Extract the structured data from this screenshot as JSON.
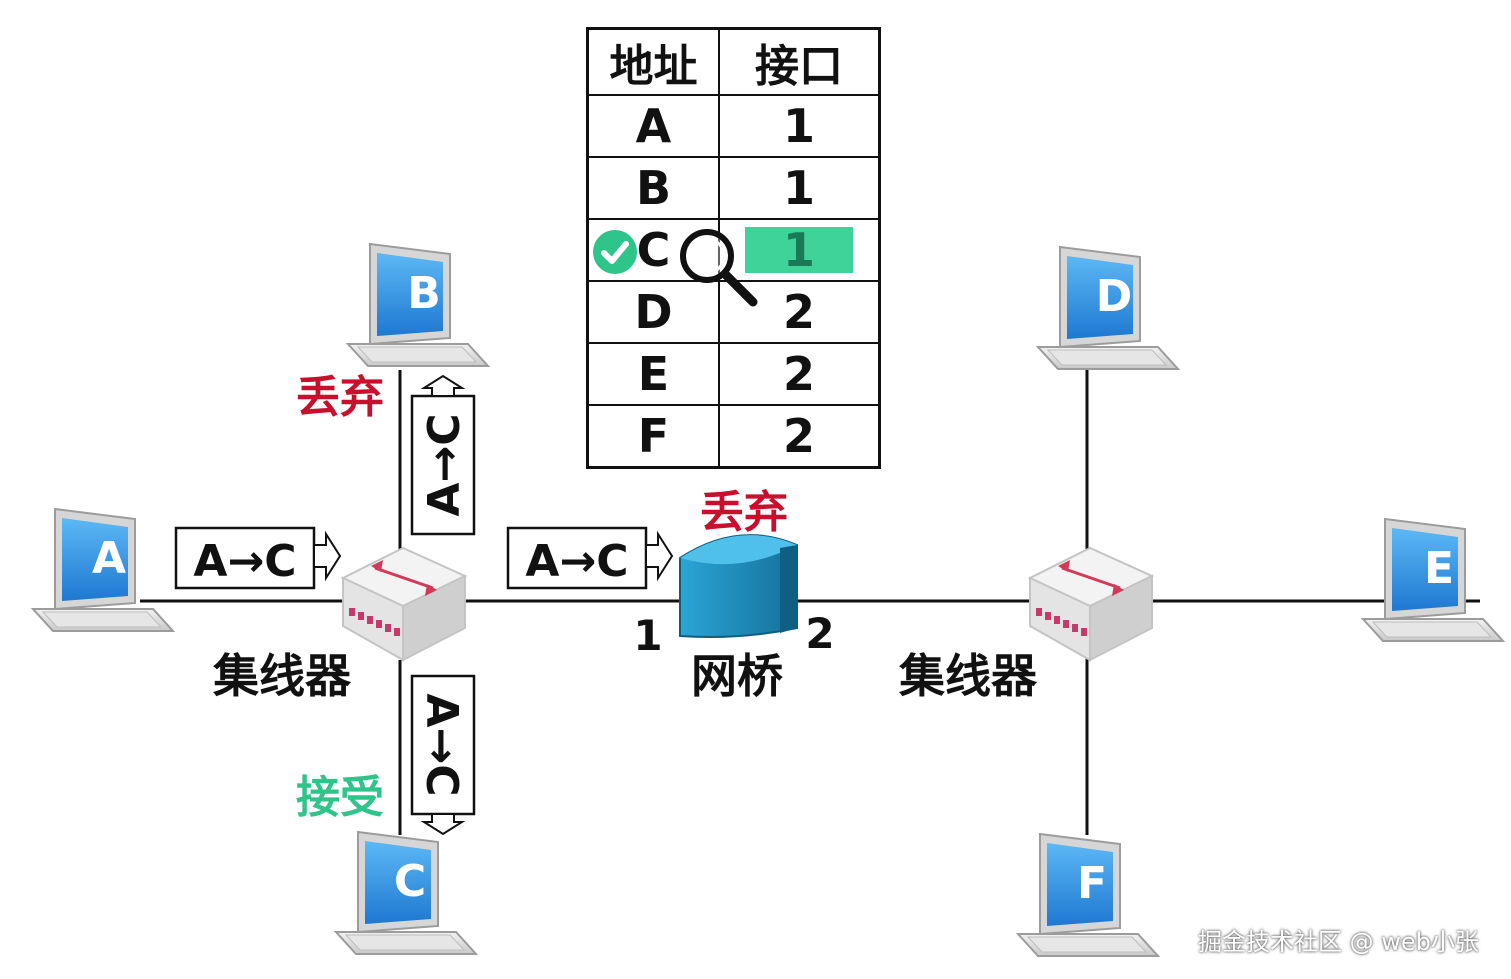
{
  "table": {
    "headers": [
      "地址",
      "接口"
    ],
    "rows": [
      {
        "address": "A",
        "port": "1"
      },
      {
        "address": "B",
        "port": "1"
      },
      {
        "address": "C",
        "port": "1",
        "highlight": true
      },
      {
        "address": "D",
        "port": "2"
      },
      {
        "address": "E",
        "port": "2"
      },
      {
        "address": "F",
        "port": "2"
      }
    ]
  },
  "hosts": {
    "a": "A",
    "b": "B",
    "c": "C",
    "d": "D",
    "e": "E",
    "f": "F"
  },
  "frames": {
    "a_to_hub": "A→C",
    "hub_to_bridge": "A→C",
    "hub_to_b": "A→C",
    "hub_to_c": "A→C"
  },
  "labels": {
    "hub_left": "集线器",
    "hub_right": "集线器",
    "bridge": "网桥",
    "bridge_port_1": "1",
    "bridge_port_2": "2",
    "discard_b": "丢弃",
    "discard_bridge": "丢弃",
    "accept_c": "接受"
  },
  "colors": {
    "discard": "#c8102e",
    "accept": "#2fc48a",
    "highlight": "#3fd39a",
    "bridge": "#1e8fc0",
    "screen": "#2e8fe0"
  },
  "watermark": "掘金技术社区 @ web小张"
}
